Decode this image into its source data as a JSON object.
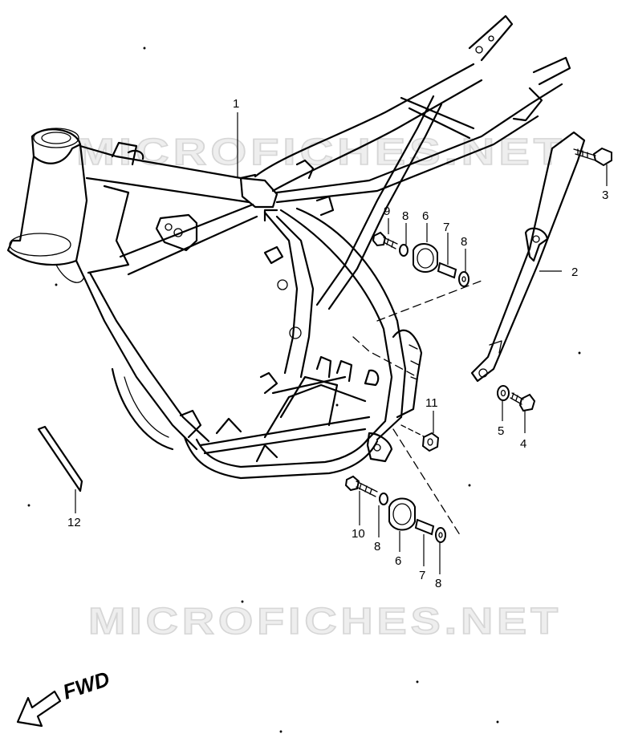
{
  "watermark": {
    "top": "MICROFICHES.NET",
    "bottom": "MICROFICHES.NET"
  },
  "direction_label": "FWD",
  "callouts": [
    "1",
    "2",
    "3",
    "4",
    "5",
    "6",
    "7",
    "8",
    "9",
    "10",
    "11",
    "12"
  ],
  "colors": {
    "line": "#000000",
    "watermark": "#d6d6d6",
    "background": "#ffffff"
  }
}
